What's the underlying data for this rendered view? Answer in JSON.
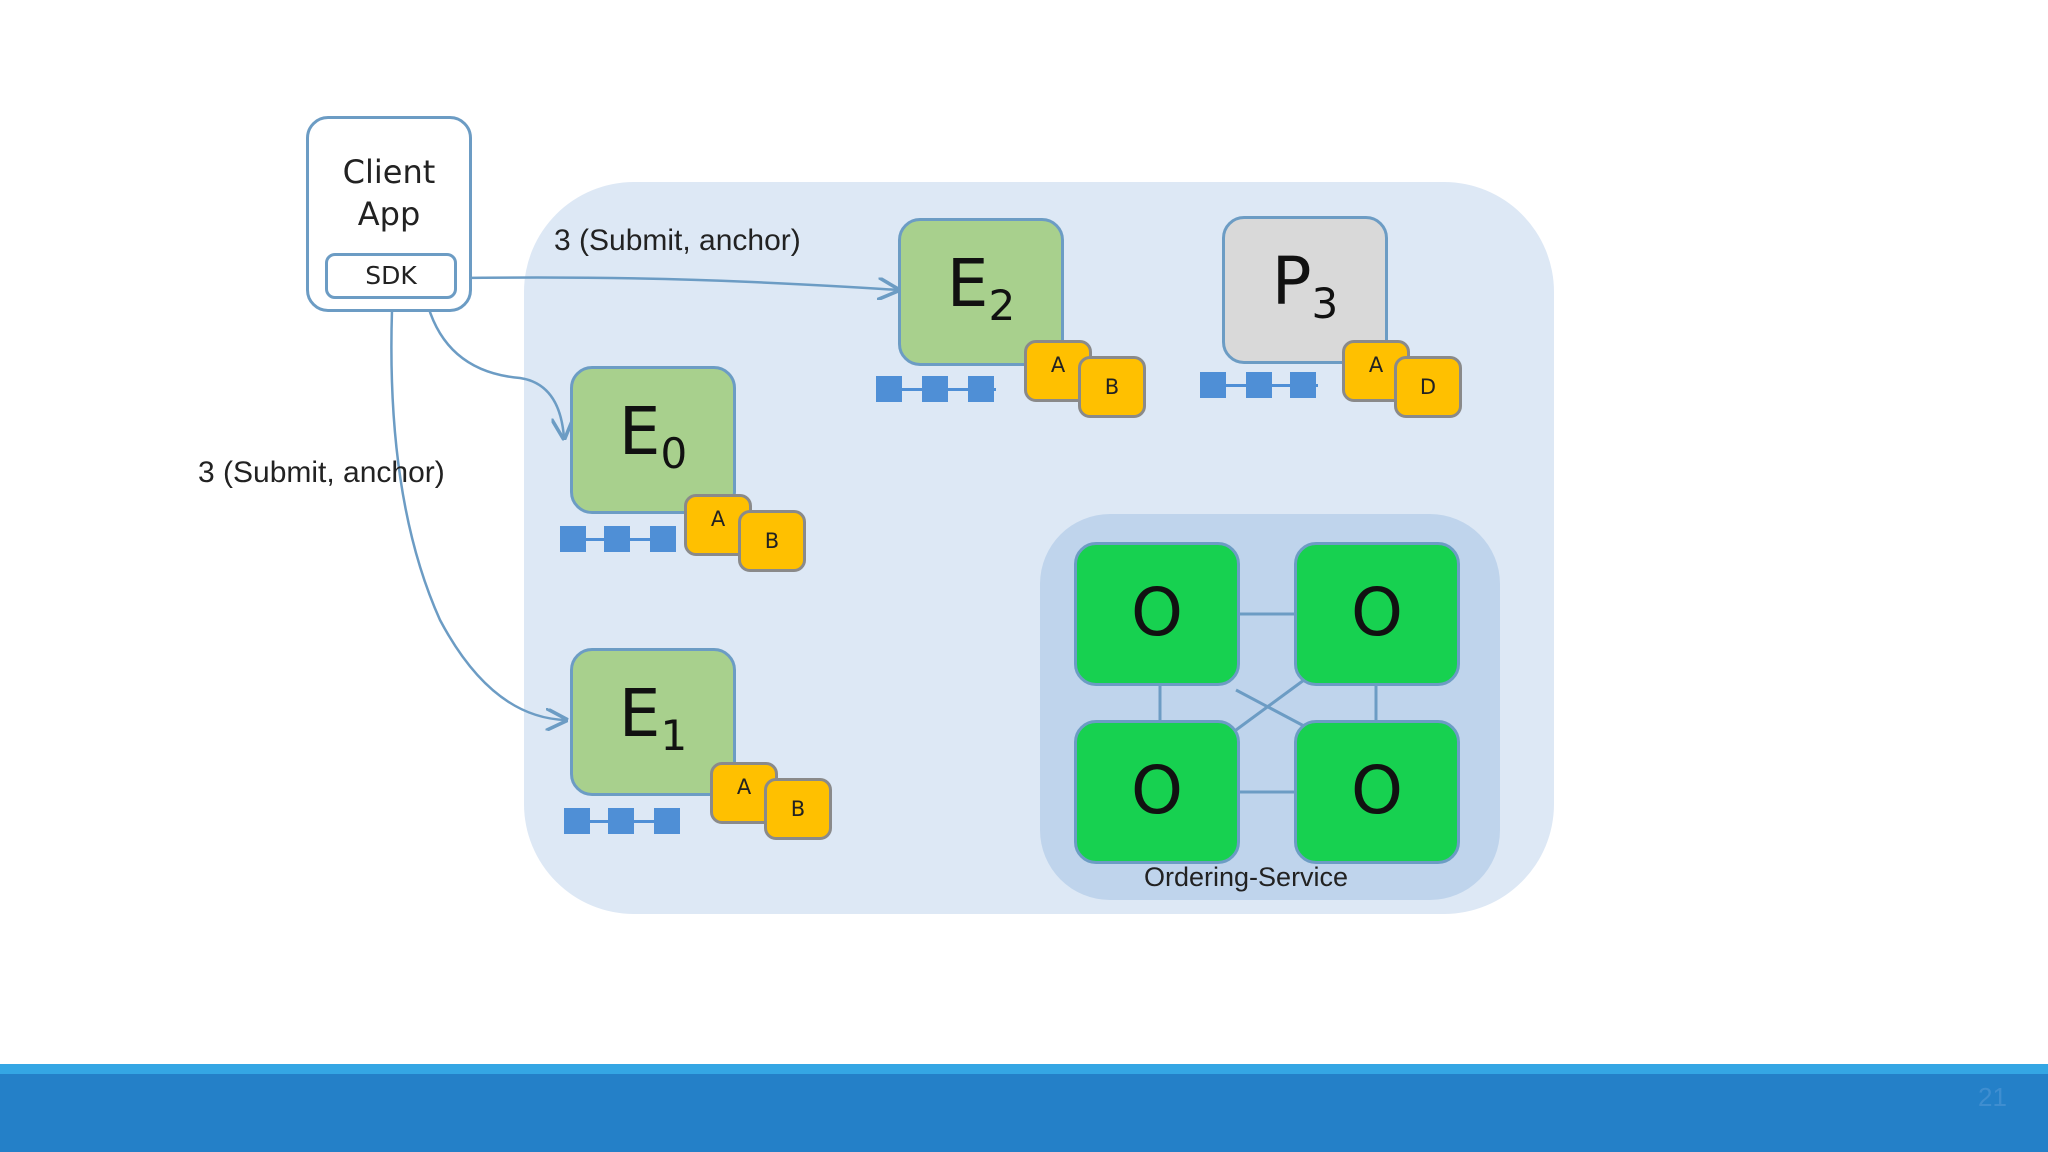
{
  "client": {
    "title_line1": "Client",
    "title_line2": "App",
    "sdk_label": "SDK"
  },
  "arrows": {
    "label_top": "3 (Submit, anchor)",
    "label_left": "3 (Submit, anchor)"
  },
  "peers": [
    {
      "letter": "E",
      "subscript": "2",
      "chips": [
        "A",
        "B"
      ]
    },
    {
      "letter": "P",
      "subscript": "3",
      "chips": [
        "A",
        "D"
      ]
    },
    {
      "letter": "E",
      "subscript": "0",
      "chips": [
        "A",
        "B"
      ]
    },
    {
      "letter": "E",
      "subscript": "1",
      "chips": [
        "A",
        "B"
      ]
    }
  ],
  "ordering": {
    "label": "Ordering-Service",
    "node_label": "O"
  },
  "footer": {
    "page_number": "21"
  },
  "colors": {
    "endorser_fill": "#a8d08d",
    "peer_fill": "#d9d9d9",
    "chip_fill": "#ffc000",
    "orderer_fill": "#17d150",
    "ledger_blue": "#4f8fd6",
    "region_fill": "#dde8f5",
    "ordering_fill": "#bfd4ec",
    "footer_blue": "#2480c8"
  }
}
